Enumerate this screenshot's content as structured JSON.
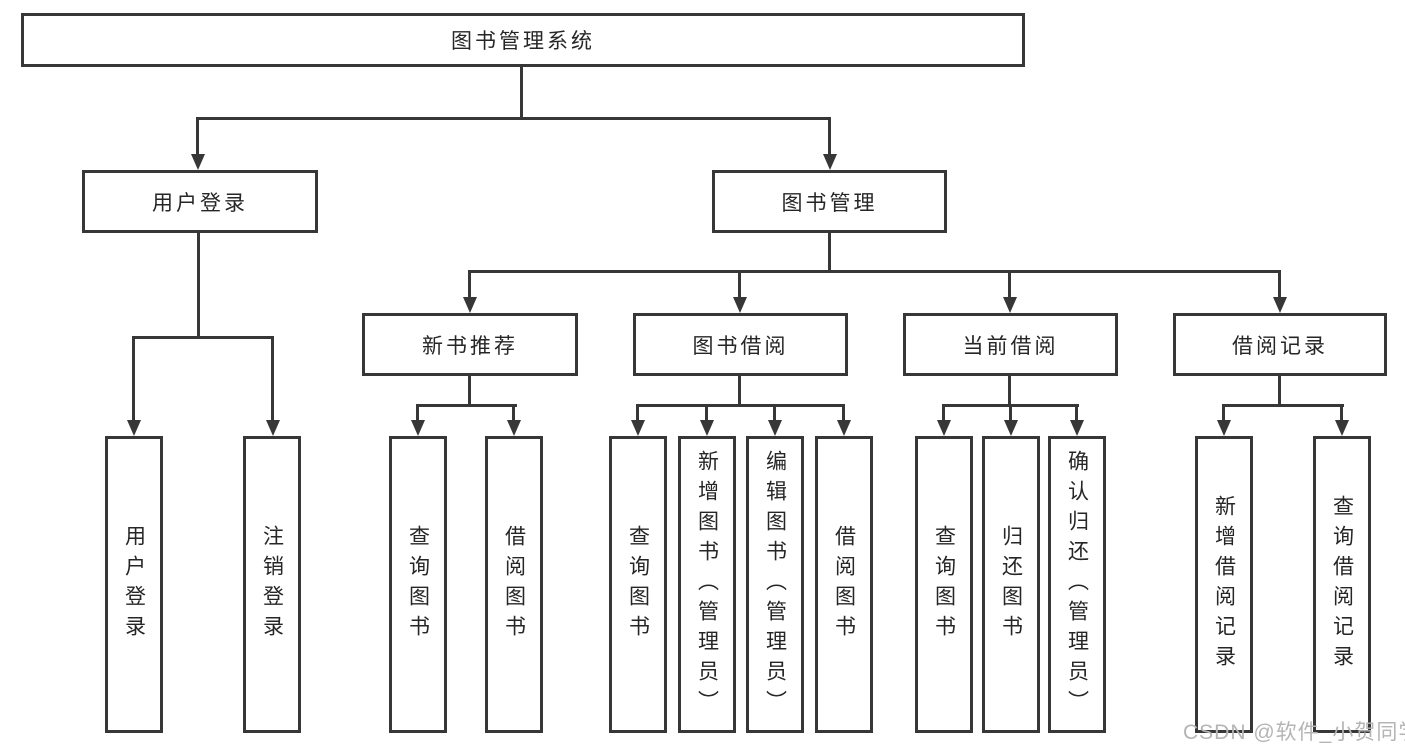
{
  "diagram": {
    "root": {
      "label": "图书管理系统"
    },
    "branches": [
      {
        "label": "用户登录",
        "children": [
          {
            "label": "用户登录"
          },
          {
            "label": "注销登录"
          }
        ]
      },
      {
        "label": "图书管理",
        "children": [
          {
            "label": "新书推荐",
            "children": [
              {
                "label": "查询图书"
              },
              {
                "label": "借阅图书"
              }
            ]
          },
          {
            "label": "图书借阅",
            "children": [
              {
                "label": "查询图书"
              },
              {
                "label": "新增图书（管理员）"
              },
              {
                "label": "编辑图书（管理员）"
              },
              {
                "label": "借阅图书"
              }
            ]
          },
          {
            "label": "当前借阅",
            "children": [
              {
                "label": "查询图书"
              },
              {
                "label": "归还图书"
              },
              {
                "label": "确认归还（管理员）"
              }
            ]
          },
          {
            "label": "借阅记录",
            "children": [
              {
                "label": "新增借阅记录"
              },
              {
                "label": "查询借阅记录"
              }
            ]
          }
        ]
      }
    ]
  },
  "watermark": {
    "text": "CSDN @软件_小贺同学"
  },
  "colors": {
    "line": "#373737",
    "text": "#262626",
    "watermark": "#b5b5b5",
    "background": "#ffffff"
  }
}
